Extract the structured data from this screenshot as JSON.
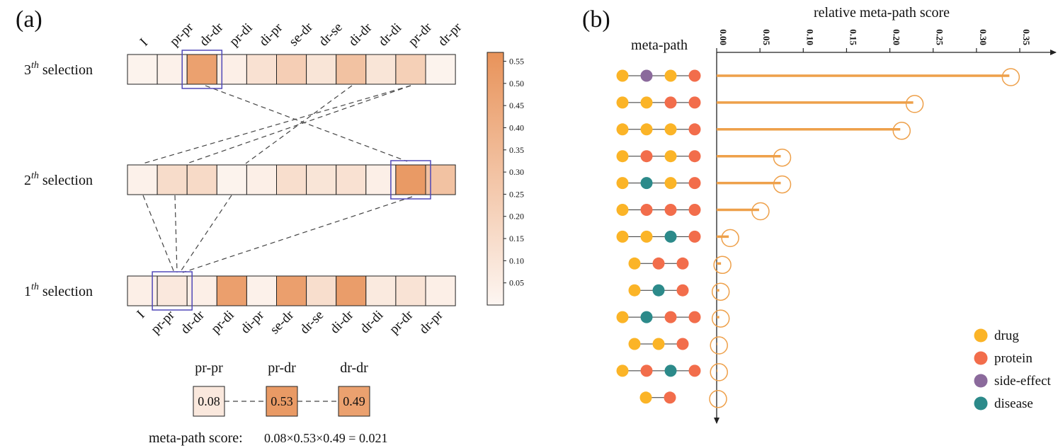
{
  "panel_a": {
    "label": "(a)",
    "top_labels": [
      "I",
      "pr-pr",
      "dr-dr",
      "pr-di",
      "di-pr",
      "se-dr",
      "dr-se",
      "di-dr",
      "dr-di",
      "pr-dr",
      "dr-pr"
    ],
    "bottom_labels": [
      "I",
      "pr-pr",
      "dr-dr",
      "pr-di",
      "di-pr",
      "se-dr",
      "dr-se",
      "di-dr",
      "dr-di",
      "pr-dr",
      "dr-pr"
    ],
    "selection_word": "selection",
    "ordinal_suffix": "th",
    "colorbar": {
      "ticks": [
        "0.05",
        "0.10",
        "0.15",
        "0.20",
        "0.25",
        "0.30",
        "0.35",
        "0.40",
        "0.45",
        "0.50",
        "0.55"
      ],
      "range": [
        0.0,
        0.57
      ],
      "color_low": "#fdf6f2",
      "color_high": "#e8935a"
    },
    "example": {
      "labels": [
        "pr-pr",
        "pr-dr",
        "dr-dr"
      ],
      "values": [
        "0.08",
        "0.53",
        "0.49"
      ],
      "score_label": "meta-path score:",
      "score_formula": "0.08×0.53×0.49 = 0.021"
    }
  },
  "panel_b": {
    "label": "(b)",
    "title": "relative meta-path score",
    "ylabel": "meta-path",
    "legend": [
      {
        "label": "drug",
        "color": "#fbb427"
      },
      {
        "label": "protein",
        "color": "#f26d4b"
      },
      {
        "label": "side-effect",
        "color": "#8b6a9c"
      },
      {
        "label": "disease",
        "color": "#2c8a8a"
      }
    ],
    "accent_color": "#eea04a"
  },
  "chart_data": [
    {
      "type": "heatmap",
      "title": "",
      "rows": [
        "3th selection",
        "2th selection",
        "1th selection"
      ],
      "columns": [
        "I",
        "pr-pr",
        "dr-dr",
        "pr-di",
        "di-pr",
        "se-dr",
        "dr-se",
        "di-dr",
        "dr-di",
        "pr-dr",
        "dr-pr"
      ],
      "values": [
        [
          0.02,
          0.03,
          0.49,
          0.04,
          0.12,
          0.23,
          0.1,
          0.3,
          0.1,
          0.22,
          0.02
        ],
        [
          0.03,
          0.15,
          0.16,
          0.02,
          0.04,
          0.14,
          0.1,
          0.12,
          0.04,
          0.53,
          0.3
        ],
        [
          0.04,
          0.08,
          0.04,
          0.5,
          0.03,
          0.5,
          0.14,
          0.51,
          0.07,
          0.11,
          0.04
        ]
      ],
      "highlighted": [
        [
          0,
          2
        ],
        [
          1,
          9
        ],
        [
          2,
          1
        ]
      ],
      "colorbar_range": [
        0.0,
        0.57
      ]
    },
    {
      "type": "bar",
      "orientation": "horizontal",
      "title": "relative meta-path score",
      "ylabel": "meta-path",
      "xlim": [
        0,
        0.37
      ],
      "xticks": [
        "0.00",
        "0.05",
        "0.10",
        "0.15",
        "0.20",
        "0.25",
        "0.30",
        "0.35"
      ],
      "categories": [
        "drug-side-effect-drug-protein",
        "drug-drug-protein-protein",
        "drug-drug-drug-protein",
        "drug-protein-drug-protein",
        "drug-disease-drug-protein",
        "drug-protein-protein-protein",
        "drug-drug-disease-protein",
        "drug-protein-protein",
        "drug-disease-protein",
        "drug-disease-protein-protein",
        "drug-drug-protein",
        "drug-protein-disease-protein",
        "drug-protein"
      ],
      "paths": [
        [
          "drug",
          "side-effect",
          "drug",
          "protein"
        ],
        [
          "drug",
          "drug",
          "protein",
          "protein"
        ],
        [
          "drug",
          "drug",
          "drug",
          "protein"
        ],
        [
          "drug",
          "protein",
          "drug",
          "protein"
        ],
        [
          "drug",
          "disease",
          "drug",
          "protein"
        ],
        [
          "drug",
          "protein",
          "protein",
          "protein"
        ],
        [
          "drug",
          "drug",
          "disease",
          "protein"
        ],
        [
          "drug",
          "protein",
          "protein"
        ],
        [
          "drug",
          "disease",
          "protein"
        ],
        [
          "drug",
          "disease",
          "protein",
          "protein"
        ],
        [
          "drug",
          "drug",
          "protein"
        ],
        [
          "drug",
          "protein",
          "disease",
          "protein"
        ],
        [
          "drug",
          "protein"
        ]
      ],
      "values": [
        0.338,
        0.227,
        0.212,
        0.074,
        0.074,
        0.049,
        0.014,
        0.005,
        0.003,
        0.003,
        0.001,
        0.001,
        0.0
      ]
    }
  ]
}
